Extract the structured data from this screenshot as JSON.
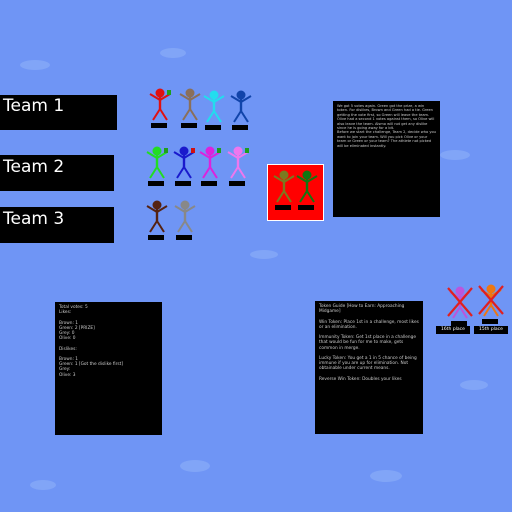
{
  "teams": [
    {
      "label": "Team 1"
    },
    {
      "label": "Team 2"
    },
    {
      "label": "Team 3"
    }
  ],
  "figures": [
    {
      "id": "red",
      "color": "#e01010",
      "item": "#1e9e1e"
    },
    {
      "id": "brown-grey",
      "color": "#8a6f5a",
      "item": ""
    },
    {
      "id": "cyan",
      "color": "#22ddee",
      "item": ""
    },
    {
      "id": "navy",
      "color": "#1144aa",
      "item": ""
    },
    {
      "id": "green",
      "color": "#22dd22",
      "item": "#1e9e1e"
    },
    {
      "id": "blue-dark",
      "color": "#1a1acc",
      "item": "#d01010"
    },
    {
      "id": "magenta",
      "color": "#dd22dd",
      "item": "#1e9e1e"
    },
    {
      "id": "pink",
      "color": "#ee77ee",
      "item": "#1e9e1e"
    },
    {
      "id": "dark-brown",
      "color": "#552211",
      "item": ""
    },
    {
      "id": "grey",
      "color": "#888888",
      "item": ""
    },
    {
      "id": "olive",
      "color": "#7a7a20",
      "item": ""
    },
    {
      "id": "dark-green",
      "color": "#117711",
      "item": ""
    },
    {
      "id": "purple-eliminated",
      "color": "#bb55dd",
      "item": ""
    },
    {
      "id": "orange-eliminated",
      "color": "#ee7711",
      "item": ""
    }
  ],
  "panels": {
    "story": "We got 5 votes again. Green got the prize, a win token. For dislikes, Brown and Green had a tie. Green getting the vote first, so Green will leave the team. Olive had a second 1 votes against them, so Olive will also leave the team. Alsmo will not get any dislike since he is going away for a bit.\nBefore we start the challenge, Team 2, decide who you want to join your team. Will you pick Olive or your team or Green or your team? The athlete not picked will be eliminated instantly.",
    "votes": "Total votes: 5\nLikes:\n\nBrown: 1\nGreen: 2 [PRIZE]\nGrey: 0\nOlive: 0\n\nDislikes:\n\nBrown: 1\nGreen: 1 [Got the dislike first]\nGrey: \nOlive: 3",
    "tokens": "Token Guide [How to Earn: Approaching Midgame]\n\nWin Token: Place 1st in a challenge, most likes or an elimination.\n\nImmunity Token: Get 1st place in a challenge that would be fun for me to make, gets common in merge.\n\nLucky Token: You get a 1 in 5 chance of being immune if you are up for elimination. Not obtainable under current means.\n\nReverse Win Token: Doubles your likes"
  },
  "places": {
    "sixteenth": "16th place",
    "fifteenth": "15th place"
  },
  "colors": {
    "background": "#6f95f5",
    "panel": "#000000",
    "red_box": "#ff0000",
    "eliminated_x": "#e02020"
  }
}
